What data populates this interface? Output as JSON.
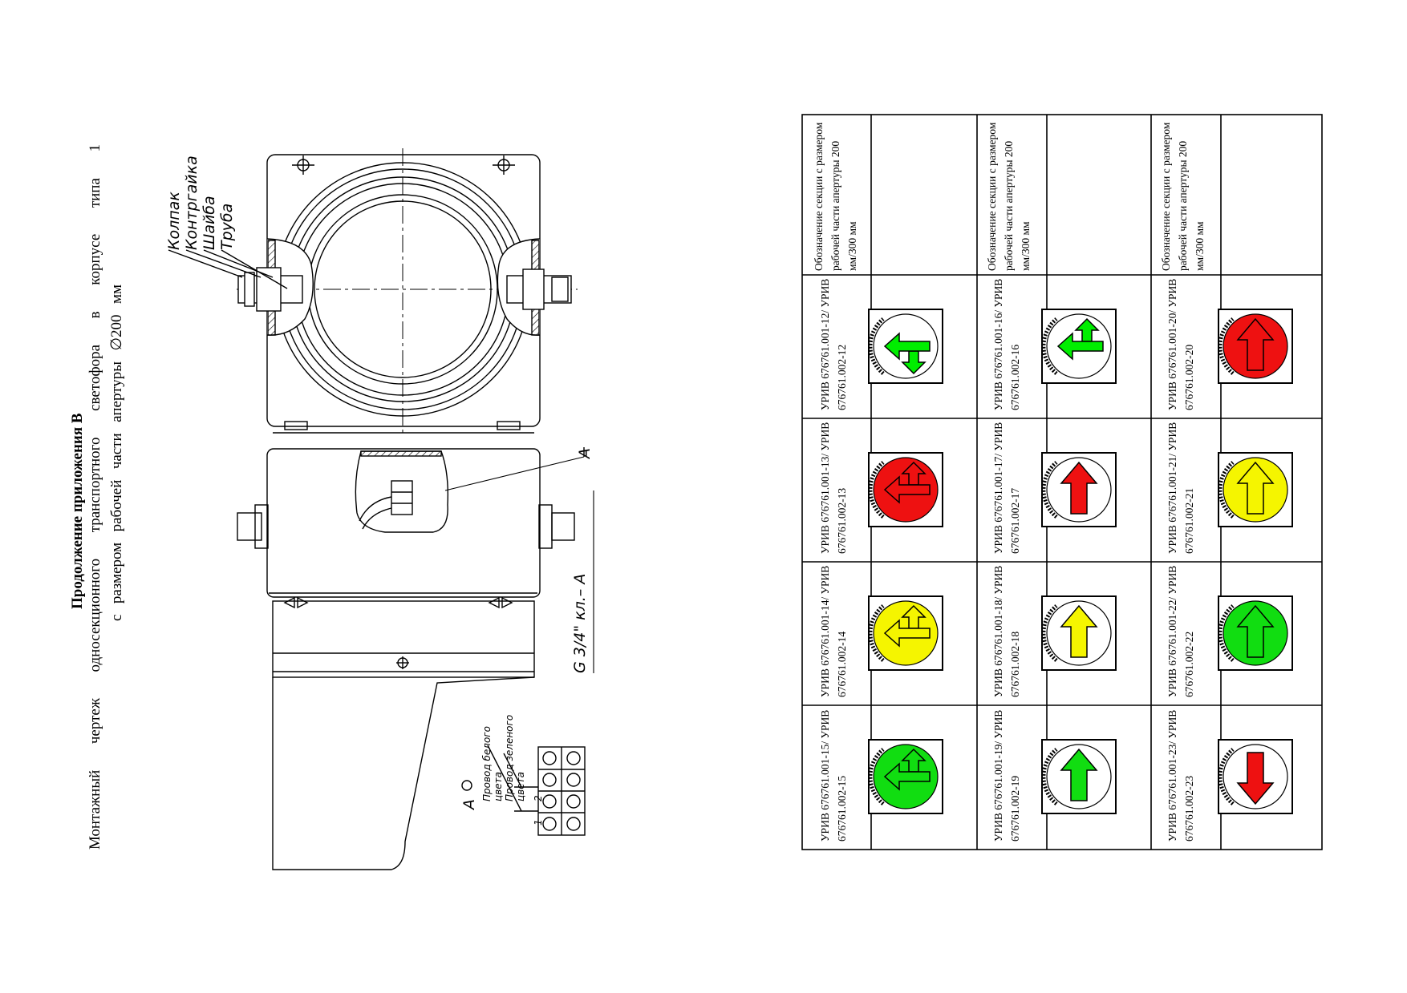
{
  "title": {
    "line1": "Продолжение приложения В",
    "line2": "Монтажный чертеж односекционного транспортного светофора в корпусе типа 1",
    "line3": "с размером рабочей части апертуры ∅200 мм"
  },
  "drawing_labels": {
    "kolpak": "Колпак",
    "kontrgaika": "Контргайка",
    "shaiba": "Шайба",
    "truba": "Труба",
    "section_a": "А",
    "thread": "G 3/4\" кл.– А",
    "view_a": "А",
    "wire_white": "Провод белого цвета",
    "wire_green": "Провод зеленого цвета",
    "term1": "1",
    "term2": "2"
  },
  "table": {
    "header_text": "Обозначение секции с размером рабочей части апертуры 200 мм/300 мм",
    "rows": [
      {
        "codes": [
          "УРИВ 676761.001-12/ УРИВ 676761.002-12",
          "УРИВ 676761.001-13/ УРИВ 676761.002-13",
          "УРИВ 676761.001-14/ УРИВ 676761.002-14",
          "УРИВ 676761.001-15/ УРИВ 676761.002-15"
        ]
      },
      {
        "codes": [
          "УРИВ 676761.001-16/ УРИВ 676761.002-16",
          "УРИВ 676761.001-17/ УРИВ 676761.002-17",
          "УРИВ 676761.001-18/ УРИВ 676761.002-18",
          "УРИВ 676761.001-19/ УРИВ 676761.002-19"
        ]
      },
      {
        "codes": [
          "УРИВ 676761.001-20/ УРИВ 676761.002-20",
          "УРИВ 676761.001-21/ УРИВ 676761.002-21",
          "УРИВ 676761.001-22/ УРИВ 676761.002-22",
          "УРИВ 676761.001-23/ УРИВ 676761.002-23"
        ]
      }
    ],
    "symbols": [
      [
        {
          "icon": "straight-right-arrow-icon",
          "fill": "#ffffff",
          "arrow": "#00ee00"
        },
        {
          "icon": "straight-left-arrow-icon",
          "fill": "#ee1111",
          "arrow": "#ee1111"
        },
        {
          "icon": "straight-left-arrow-icon",
          "fill": "#f5f500",
          "arrow": "#f5f500"
        },
        {
          "icon": "straight-left-arrow-icon",
          "fill": "#11dd11",
          "arrow": "#11dd11"
        }
      ],
      [
        {
          "icon": "straight-left-arrow-icon",
          "fill": "#ffffff",
          "arrow": "#00ee00"
        },
        {
          "icon": "right-arrow-icon",
          "fill": "#ffffff",
          "arrow": "#ee1111"
        },
        {
          "icon": "right-arrow-icon",
          "fill": "#ffffff",
          "arrow": "#f5f500"
        },
        {
          "icon": "right-arrow-icon",
          "fill": "#ffffff",
          "arrow": "#11dd11"
        }
      ],
      [
        {
          "icon": "right-arrow-icon",
          "fill": "#ee1111",
          "arrow": "#ee1111"
        },
        {
          "icon": "right-arrow-icon",
          "fill": "#f5f500",
          "arrow": "#f5f500"
        },
        {
          "icon": "right-arrow-icon",
          "fill": "#11dd11",
          "arrow": "#11dd11"
        },
        {
          "icon": "left-arrow-icon",
          "fill": "#ffffff",
          "arrow": "#ee1111"
        }
      ]
    ]
  }
}
